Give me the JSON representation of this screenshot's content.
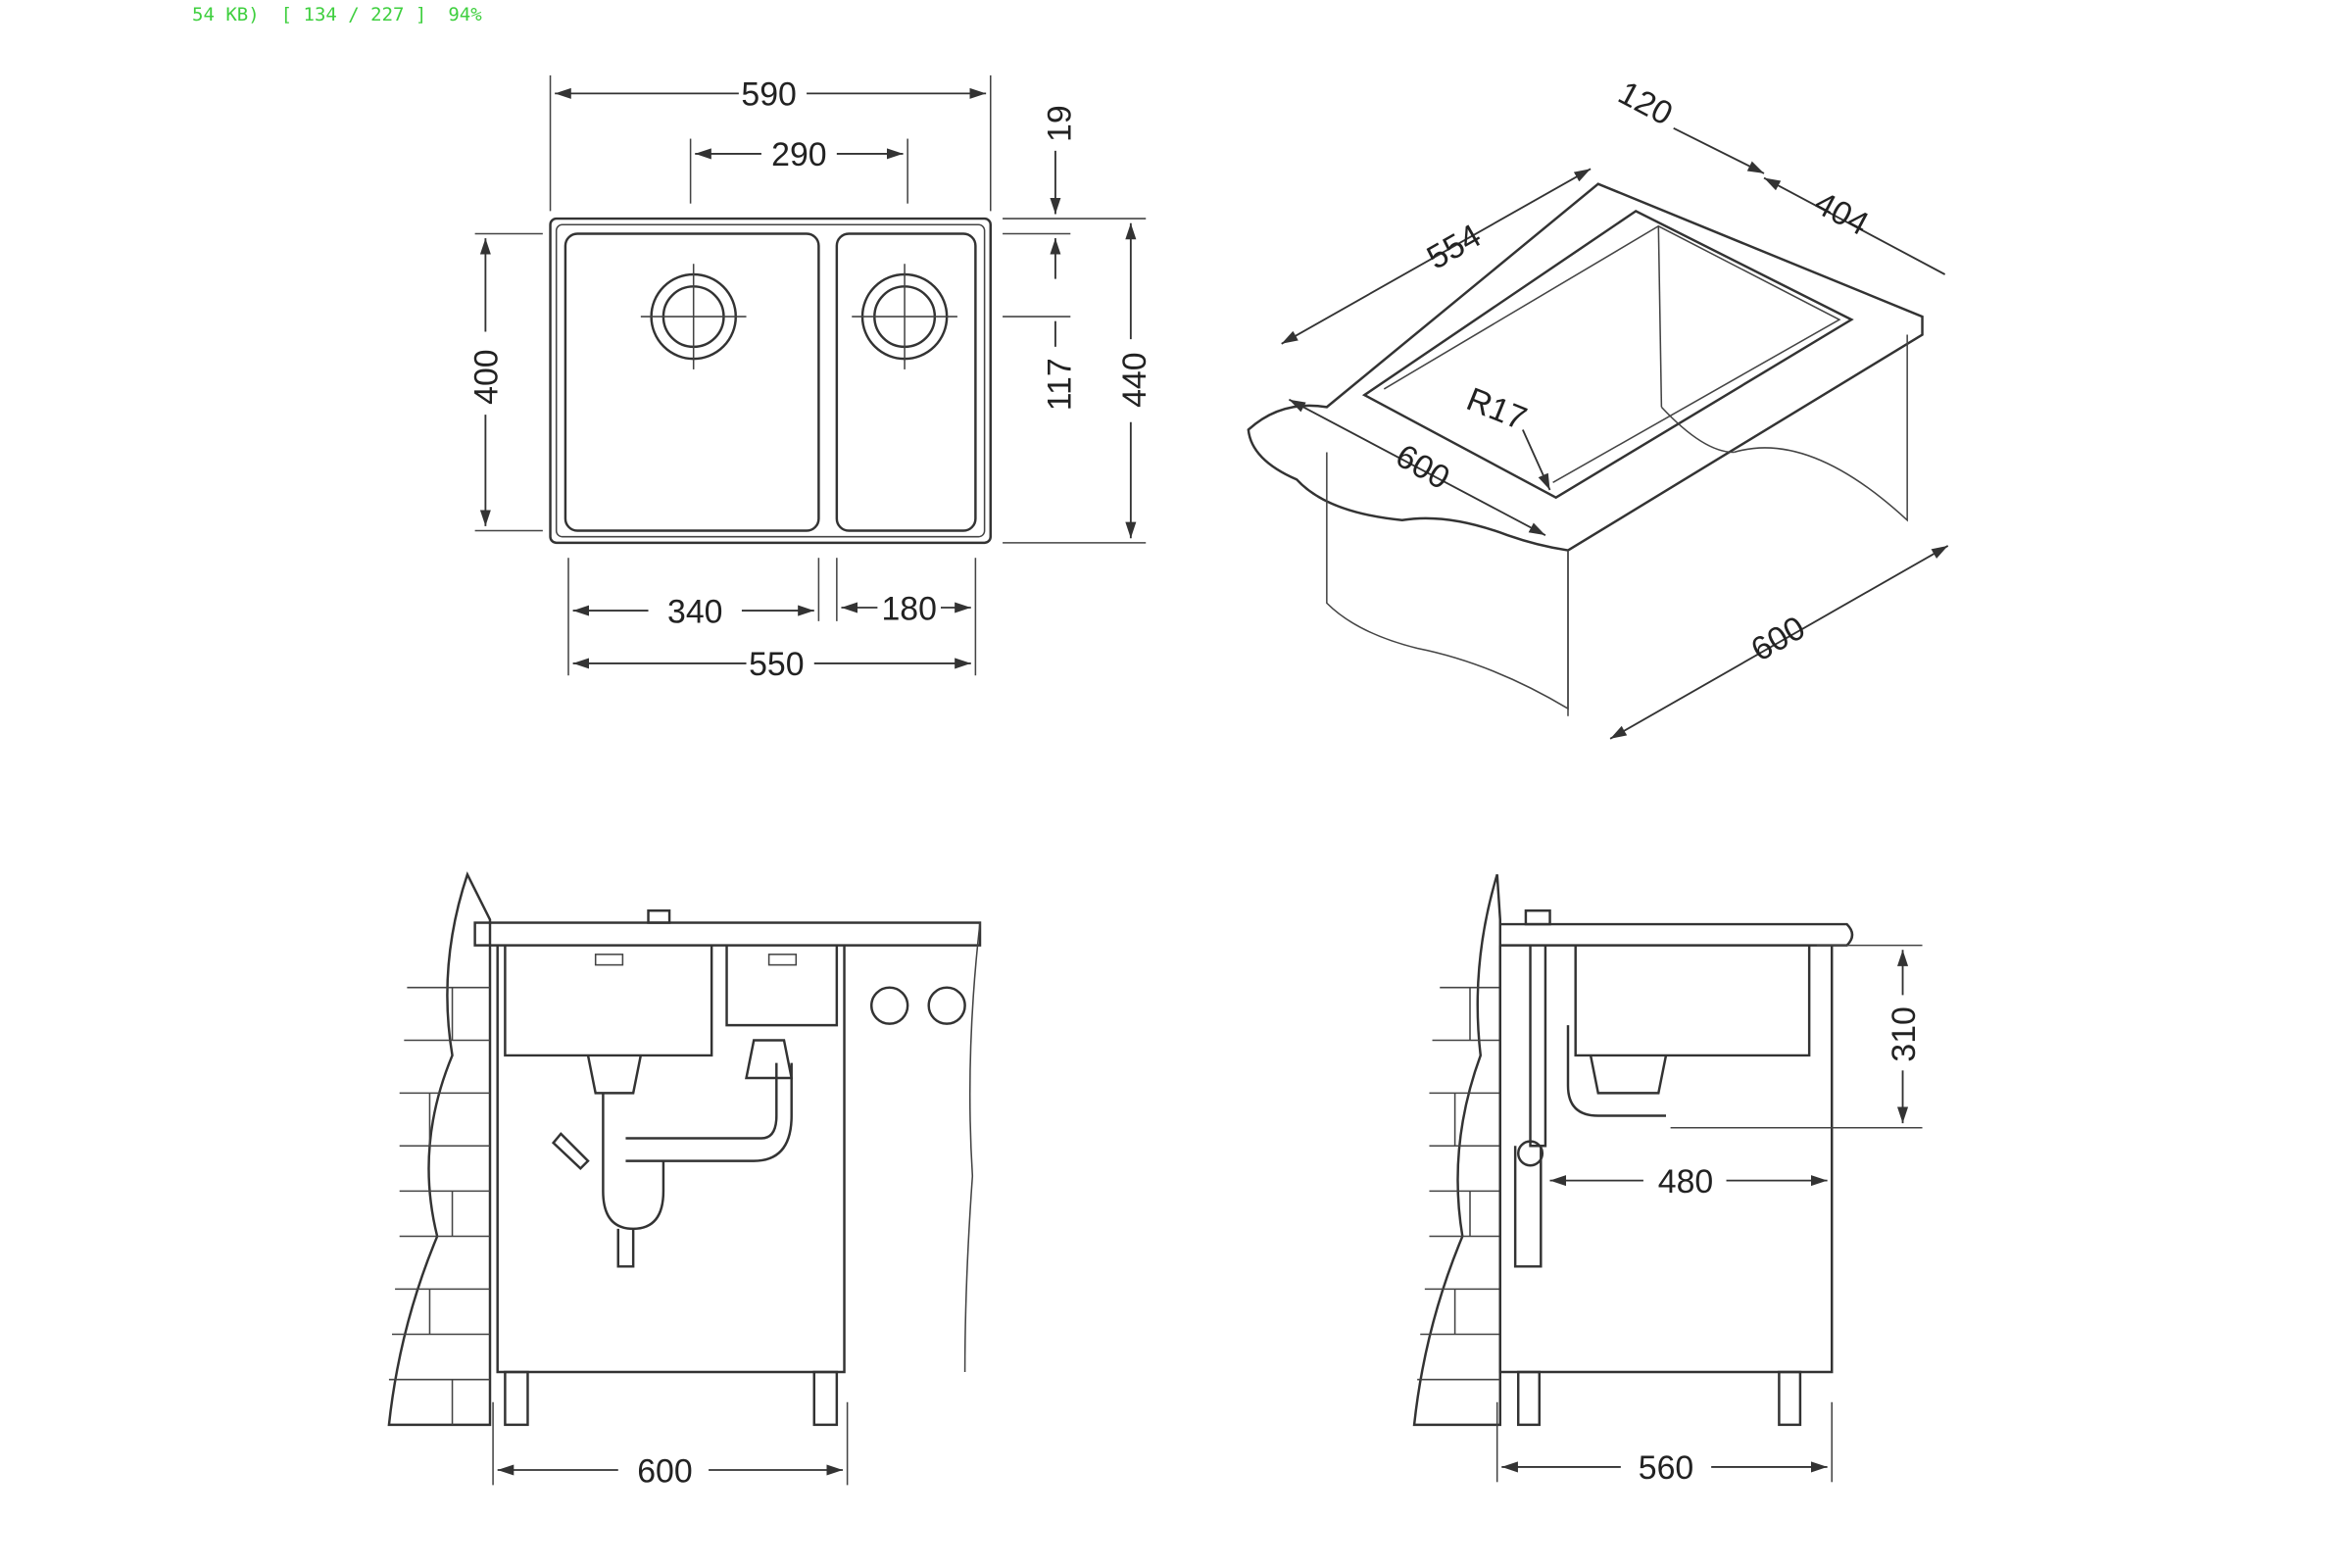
{
  "viewer_status": {
    "file_size": "54 KB)",
    "position": "[ 134 / 227 ]",
    "zoom": "94%"
  },
  "drawing": {
    "plan_view": {
      "overall_width": "590",
      "drain_spacing": "290",
      "bowl_depth": "400",
      "rim_offset": "19",
      "drain_offset": "117",
      "overall_depth": "440",
      "large_bowl_width": "340",
      "small_bowl_width": "180",
      "bowls_total_width": "550"
    },
    "iso_view": {
      "rim": "120",
      "cutout_depth": "404",
      "cutout_width": "554",
      "radius": "R17",
      "cabinet_width": "600",
      "cabinet_depth": "600"
    },
    "front_view": {
      "cabinet_width": "600"
    },
    "side_view": {
      "height": "310",
      "depth": "480",
      "cabinet_depth": "560"
    }
  }
}
